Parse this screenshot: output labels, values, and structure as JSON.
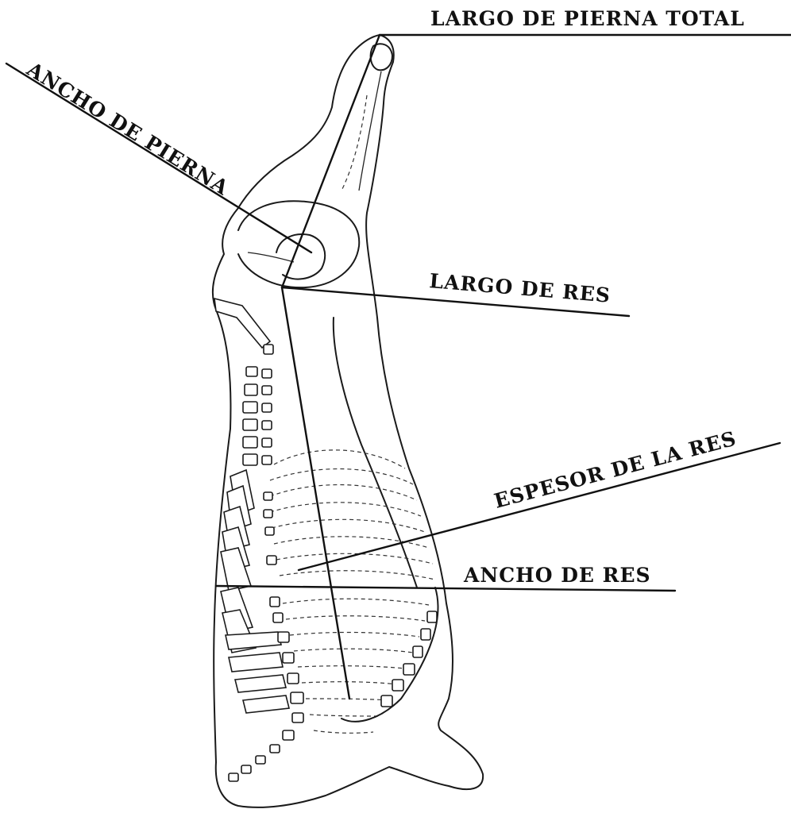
{
  "labels": {
    "largo_pierna_total": "LARGO DE PIERNA TOTAL",
    "ancho_pierna": "ANCHO DE PIERNA",
    "largo_res": "LARGO DE RES",
    "espesor_res": "ESPESOR DE LA RES",
    "ancho_res": "ANCHO DE RES"
  }
}
